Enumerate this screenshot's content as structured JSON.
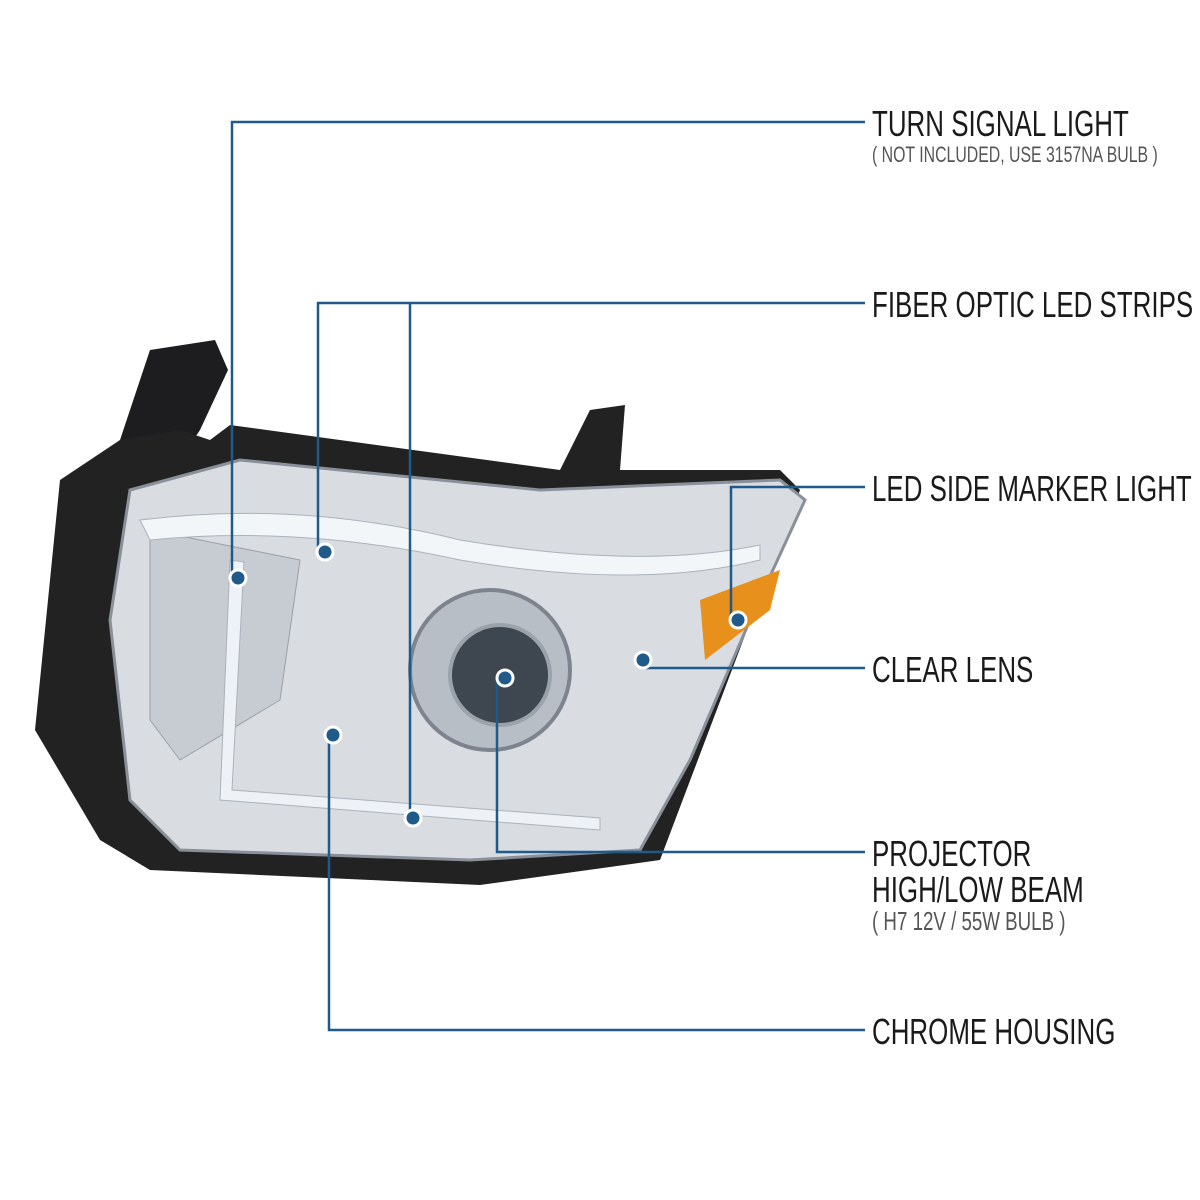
{
  "colors": {
    "leader": "#1f5a8a",
    "text": "#1a1a1a",
    "subtext": "#555555",
    "amber": "#e8901c"
  },
  "callouts": [
    {
      "title": "TURN SIGNAL LIGHT",
      "sub": "( NOT INCLUDED, USE  3157NA  BULB )"
    },
    {
      "title": "FIBER OPTIC LED STRIPS"
    },
    {
      "title": "LED SIDE MARKER LIGHT"
    },
    {
      "title": "CLEAR LENS"
    },
    {
      "title": "PROJECTOR",
      "title2": "HIGH/LOW BEAM",
      "sub": "( H7  12V / 55W  BULB )"
    },
    {
      "title": "CHROME HOUSING"
    }
  ]
}
